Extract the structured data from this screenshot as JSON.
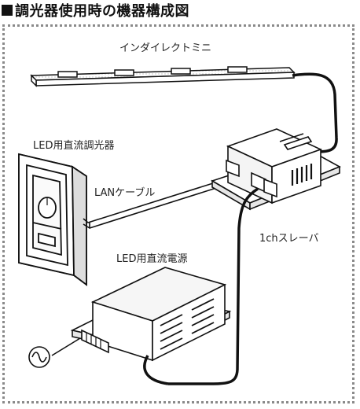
{
  "title": "調光器使用時の機器構成図",
  "labels": {
    "light_bar": "インダイレクトミニ",
    "dimmer": "LED用直流調光器",
    "lan_cable": "LANケーブル",
    "slave": "1chスレーバ",
    "power_supply": "LED用直流電源"
  },
  "colors": {
    "line": "#111111",
    "frame": "#8a8a8a",
    "panel_shade": "#eeeeee"
  },
  "icons": [
    "ac-source-icon"
  ]
}
